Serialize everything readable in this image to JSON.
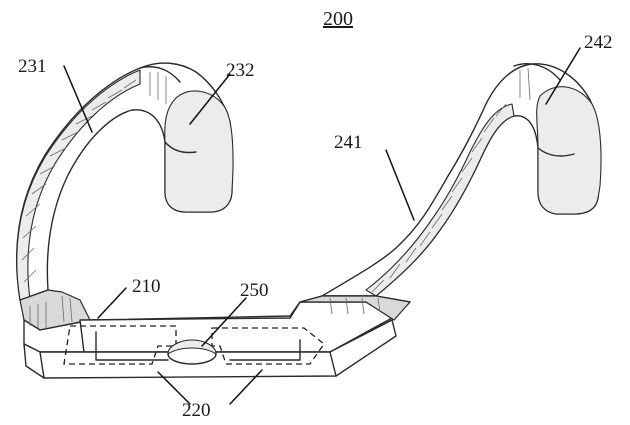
{
  "figure": {
    "number": "200"
  },
  "labels": {
    "l231": "231",
    "l232": "232",
    "l242": "242",
    "l241": "241",
    "l210": "210",
    "l250": "250",
    "l220": "220"
  },
  "colors": {
    "line": "#2a2a2a",
    "shade": "#d9d9d9",
    "background": "#ffffff"
  }
}
